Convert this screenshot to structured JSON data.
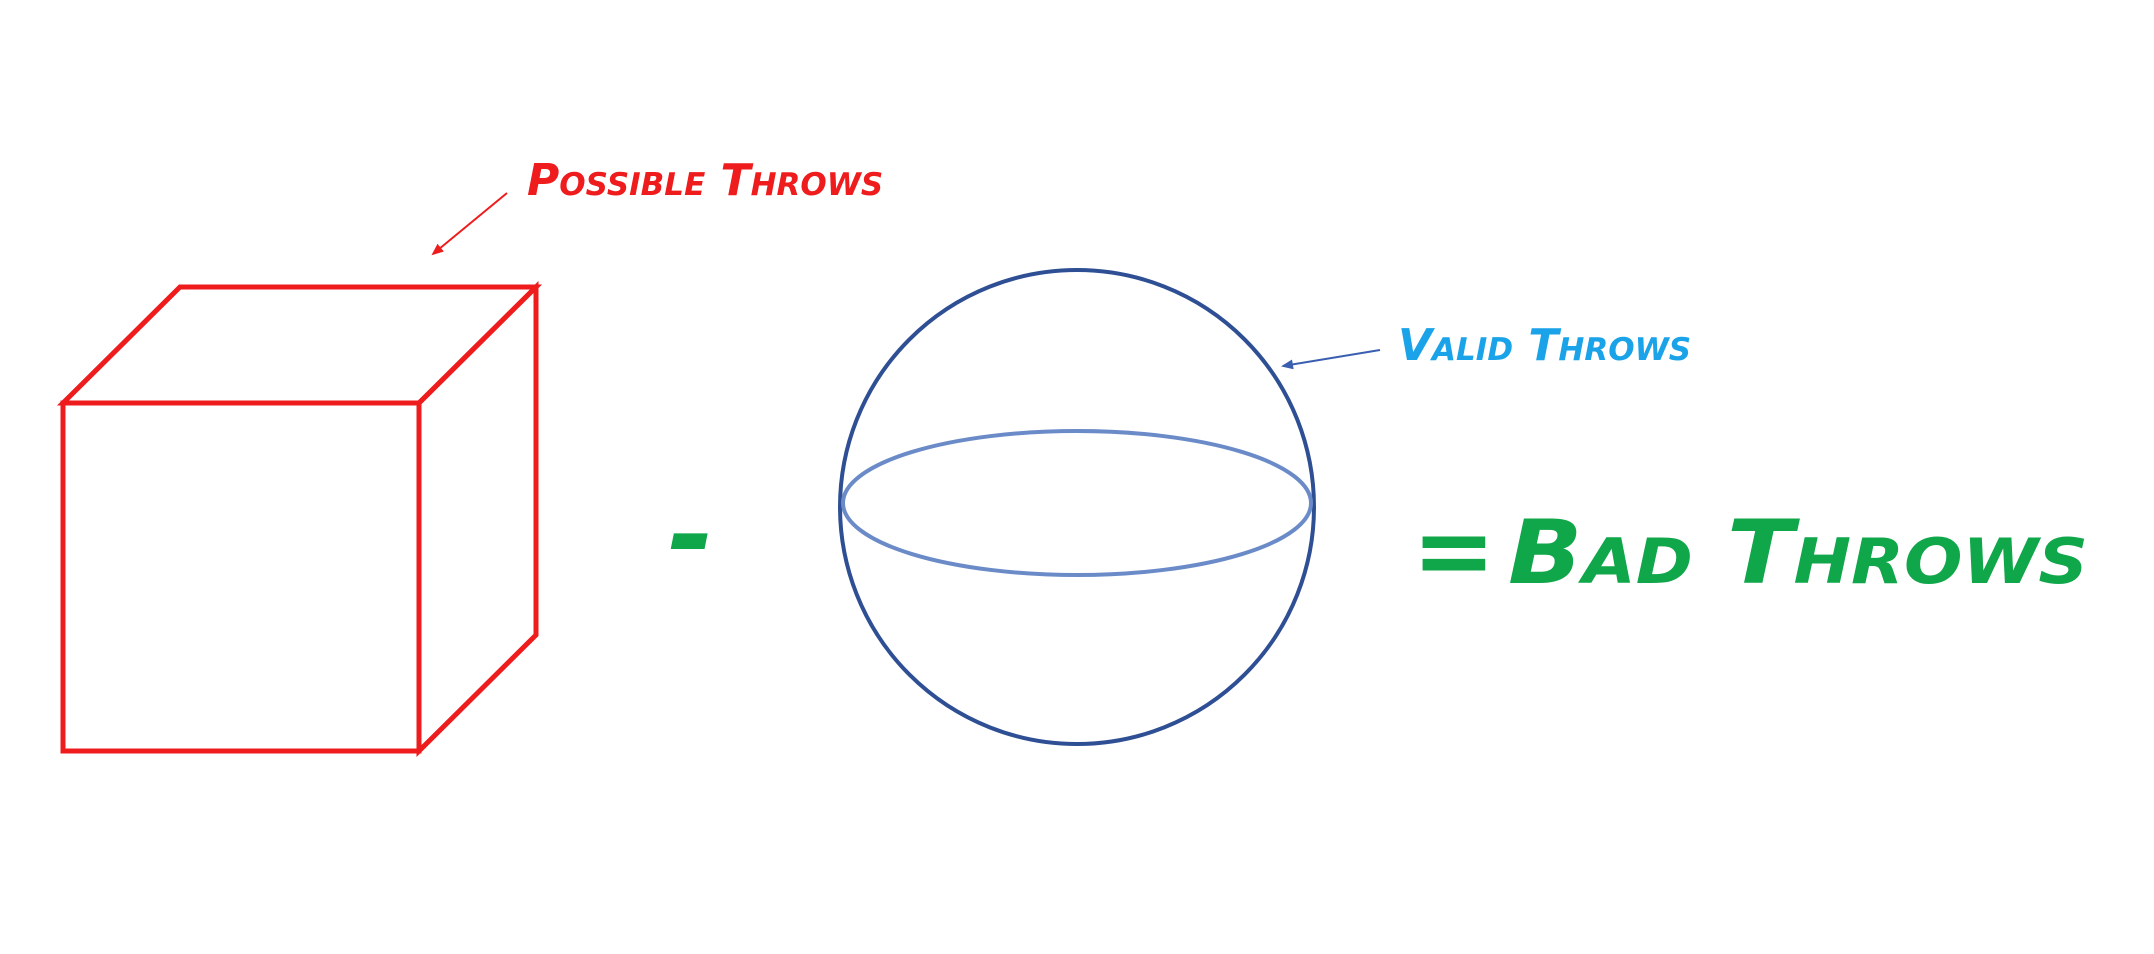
{
  "labels": {
    "possible": "Possible Throws",
    "valid": "Valid Throws",
    "minus": "-",
    "equals": "=",
    "result": "Bad Throws"
  },
  "colors": {
    "cube": "#ee1c1c",
    "sphere": "#2f4f94",
    "equator": "#6a8bc8",
    "valid_text": "#1aa3e8",
    "result_text": "#10a64a",
    "arrow_valid": "#3a5fb0"
  },
  "shapes": {
    "left": "cube",
    "right": "sphere"
  }
}
